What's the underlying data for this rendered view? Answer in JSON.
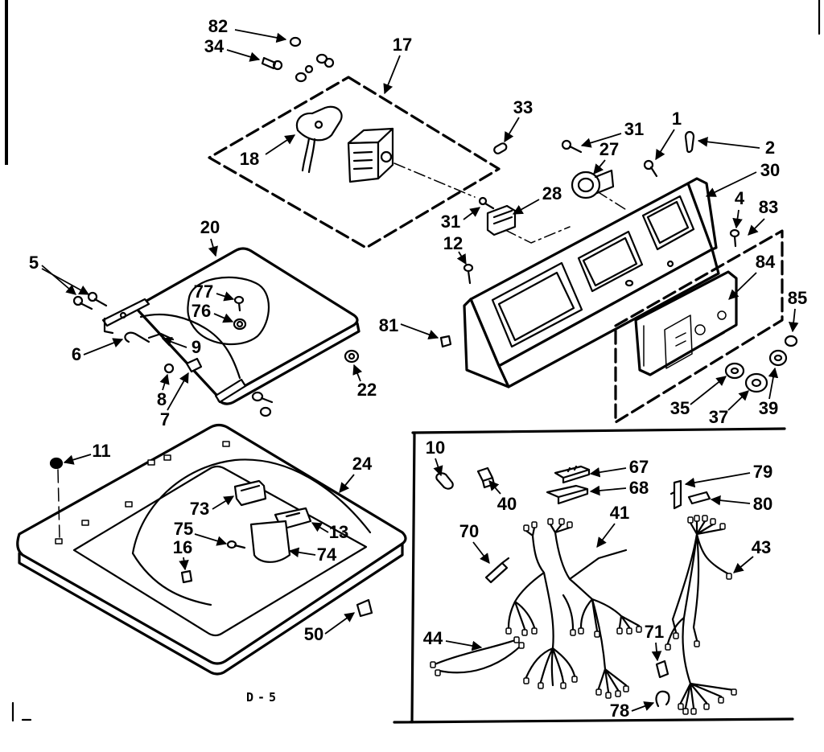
{
  "figure": {
    "page_code": "D-5"
  },
  "colors": {
    "ink": "#000000",
    "paper": "#ffffff"
  },
  "callouts": [
    "82",
    "34",
    "17",
    "33",
    "31",
    "1",
    "2",
    "27",
    "30",
    "18",
    "28",
    "31",
    "4",
    "83",
    "12",
    "20",
    "84",
    "5",
    "77",
    "76",
    "81",
    "85",
    "9",
    "6",
    "22",
    "8",
    "7",
    "35",
    "37",
    "39",
    "11",
    "24",
    "10",
    "67",
    "79",
    "68",
    "40",
    "80",
    "73",
    "41",
    "70",
    "75",
    "13",
    "74",
    "16",
    "43",
    "44",
    "71",
    "50",
    "78"
  ]
}
